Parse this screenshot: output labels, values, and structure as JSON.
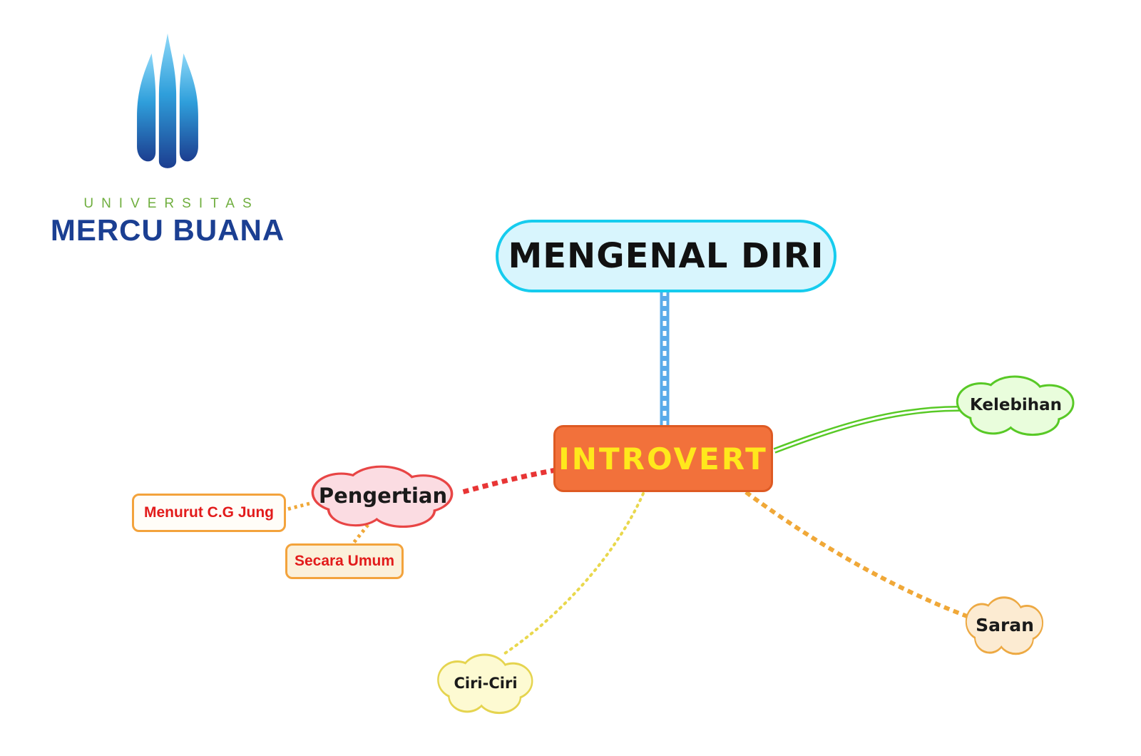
{
  "logo": {
    "universitas": "UNIVERSITAS",
    "name": "MERCU BUANA"
  },
  "mindmap": {
    "root": {
      "label": "MENGENAL DIRI"
    },
    "central": {
      "label": "INTROVERT"
    },
    "branches": {
      "kelebihan": {
        "label": "Kelebihan"
      },
      "pengertian": {
        "label": "Pengertian"
      },
      "menurut_cg_jung": {
        "label": "Menurut C.G Jung"
      },
      "secara_umum": {
        "label": "Secara Umum"
      },
      "ciri_ciri": {
        "label": "Ciri-Ciri"
      },
      "saran": {
        "label": "Saran"
      }
    },
    "colors": {
      "root_fill": "#d8f5fd",
      "root_border": "#16ccee",
      "central_fill": "#f2713b",
      "central_border": "#de5a23",
      "central_text": "#ffe81c",
      "kelebihan_fill": "#e9fddc",
      "kelebihan_stroke": "#58c926",
      "pengertian_fill": "#fbdce2",
      "pengertian_stroke": "#e84545",
      "ciri_ciri_fill": "#fdfad2",
      "ciri_ciri_stroke": "#e5d44f",
      "saran_fill": "#fcebd2",
      "saran_stroke": "#eda943",
      "leaf_border": "#f3a33c",
      "leaf_text": "#e21b1b",
      "connector_blue": "#5aabe9",
      "connector_green": "#58c926",
      "connector_red": "#e83535",
      "connector_orange": "#f0a838",
      "connector_yellow": "#e9d84d",
      "logo_text_green": "#6fae3e",
      "logo_text_blue": "#1b3f92"
    }
  }
}
